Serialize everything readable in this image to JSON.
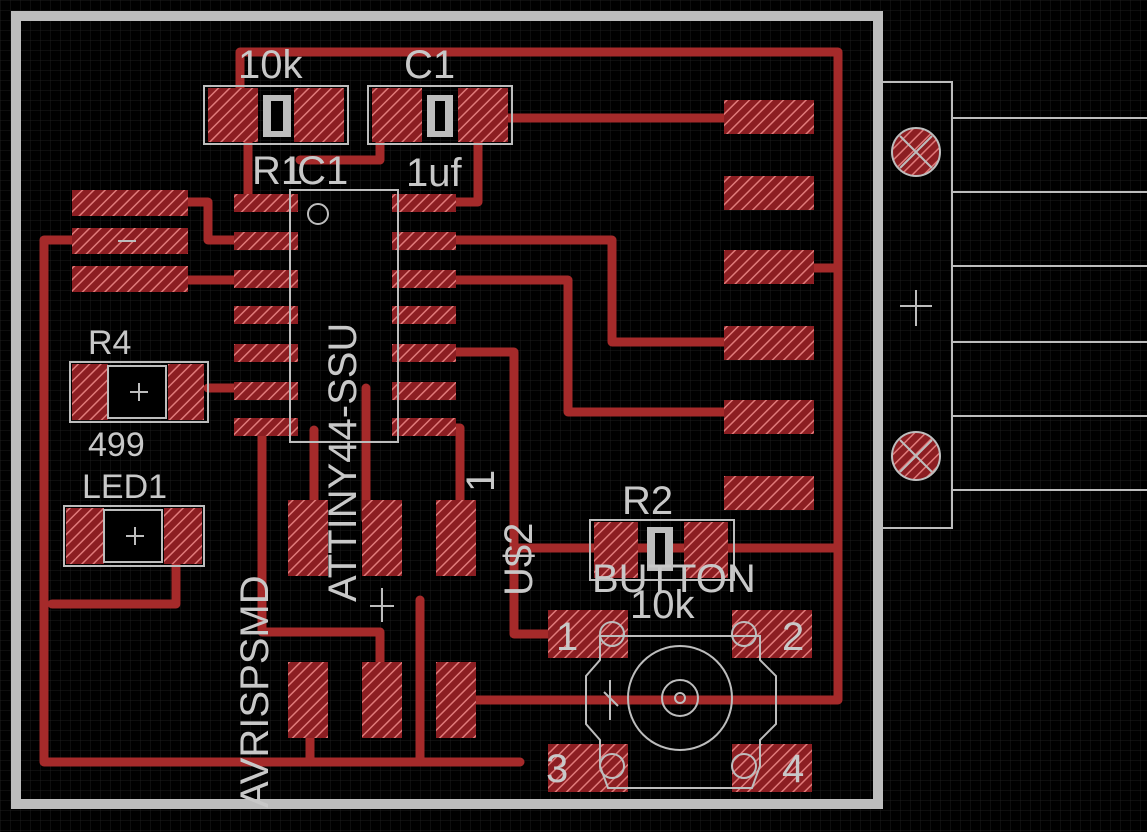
{
  "colors": {
    "background": "#000000",
    "grid": "#1e1e1e",
    "outline": "#c0c0c0",
    "trace": "#a52a2a",
    "pad_hatch": "#d36a6a",
    "silk": "#c8c8c8"
  },
  "labels": {
    "r1_value": "10k",
    "c1_name": "C1",
    "r1_name": "R1",
    "ic1_name": "IC1",
    "c1_value": "1uf",
    "r4_name": "R4",
    "r4_value": "499",
    "led1_name": "LED1",
    "ic1_value": "ATTINY44-SSU",
    "avrisp": "AVRISPSMD",
    "u2_name": "U$2",
    "pin1_mark": "1",
    "r2_name": "R2",
    "r2_value": "10k",
    "button_name": "BUTTON",
    "btn_pin1": "1",
    "btn_pin2": "2",
    "btn_pin3": "3",
    "btn_pin4": "4"
  }
}
